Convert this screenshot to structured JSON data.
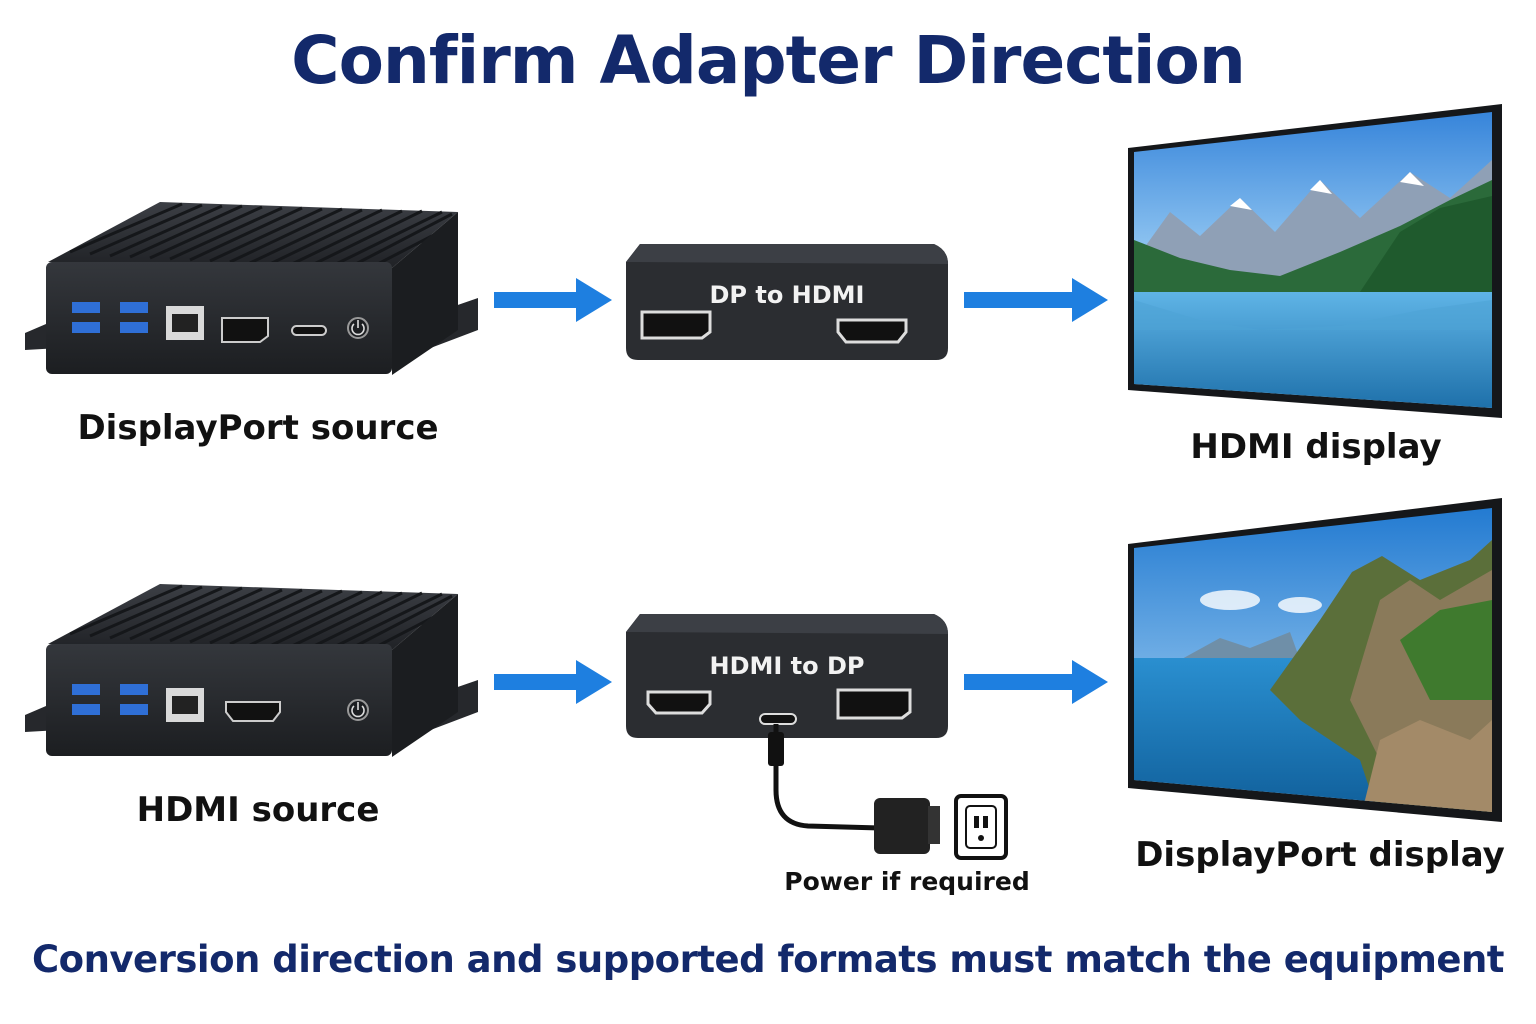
{
  "title": "Confirm Adapter Direction",
  "rows": [
    {
      "source_label": "DisplayPort source",
      "adapter_label": "DP to HDMI",
      "display_label": "HDMI display"
    },
    {
      "source_label": "HDMI source",
      "adapter_label": "HDMI to DP",
      "display_label": "DisplayPort display",
      "power_label": "Power if required"
    }
  ],
  "footer": "Conversion direction and supported formats must match the equipment",
  "colors": {
    "title": "#13296b",
    "arrow": "#1e7fe0",
    "device": "#2b2d31",
    "usb": "#2f6fd6"
  },
  "icons": [
    "power-icon",
    "usb-port-icon",
    "ethernet-port-icon",
    "hdmi-port-icon",
    "displayport-port-icon",
    "usb-c-port-icon",
    "outlet-icon",
    "arrow-right-icon"
  ]
}
